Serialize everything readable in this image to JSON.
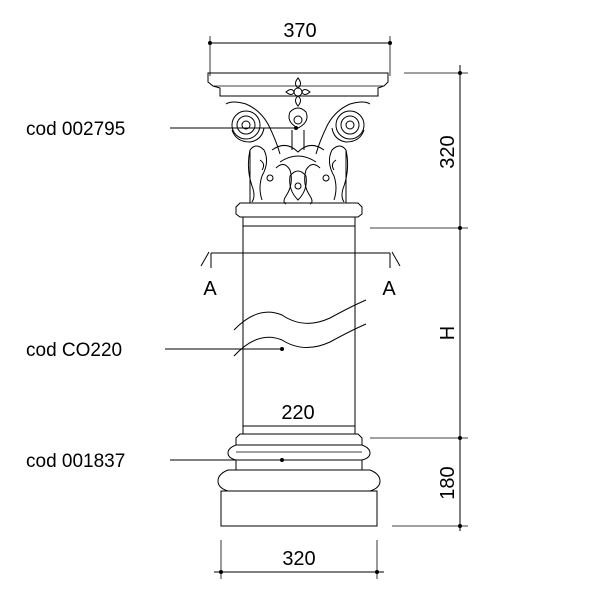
{
  "dimensions": {
    "capital_width": "370",
    "capital_height": "320",
    "shaft_height": "H",
    "shaft_diameter": "220",
    "base_height": "180",
    "base_width": "320"
  },
  "section_marks": {
    "left": "A",
    "right": "A"
  },
  "codes": {
    "capital": "cod 002795",
    "shaft": "cod CO220",
    "base": "cod 001837"
  }
}
